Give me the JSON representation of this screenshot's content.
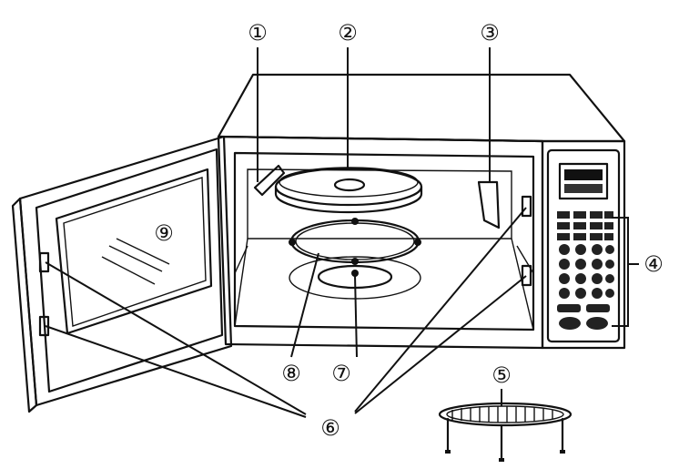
{
  "diagram": {
    "callouts": [
      {
        "id": "1",
        "label": "①"
      },
      {
        "id": "2",
        "label": "②"
      },
      {
        "id": "3",
        "label": "③"
      },
      {
        "id": "4",
        "label": "④"
      },
      {
        "id": "5",
        "label": "⑤"
      },
      {
        "id": "6",
        "label": "⑥"
      },
      {
        "id": "7",
        "label": "⑦"
      },
      {
        "id": "8",
        "label": "⑧"
      },
      {
        "id": "9",
        "label": "⑨"
      }
    ]
  }
}
